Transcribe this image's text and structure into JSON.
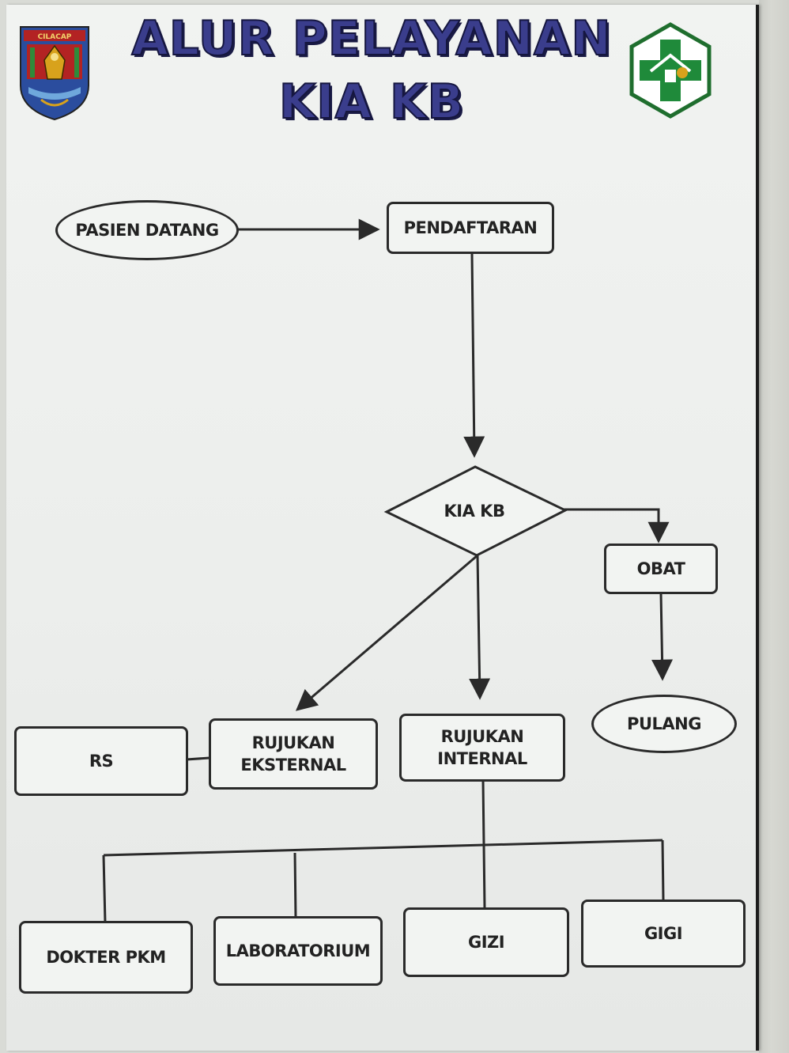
{
  "title": {
    "line1": "ALUR PELAYANAN",
    "line2": "KIA KB"
  },
  "logos": {
    "left": {
      "icon": "regency-crest-icon",
      "text": "CILACAP",
      "colors": [
        "#2b4d9e",
        "#d8a21c",
        "#b32323",
        "#2e8b3a"
      ]
    },
    "right": {
      "icon": "puskesmas-cross-icon",
      "color": "#1f8a3a"
    }
  },
  "nodes": {
    "pasien_datang": "PASIEN DATANG",
    "pendaftaran": "PENDAFTARAN",
    "kia_kb": "KIA KB",
    "obat": "OBAT",
    "pulang": "PULANG",
    "rs": "RS",
    "rujukan_eksternal": "RUJUKAN\nEKSTERNAL",
    "rujukan_internal": "RUJUKAN\nINTERNAL",
    "dokter_pkm": "DOKTER PKM",
    "laboratorium": "LABORATORIUM",
    "gizi": "GIZI",
    "gigi": "GIGI"
  },
  "colors": {
    "title_fill": "#3a3d8c",
    "title_outline": "#15163f",
    "line": "#2a2a2a",
    "board": "#eef0ee"
  }
}
